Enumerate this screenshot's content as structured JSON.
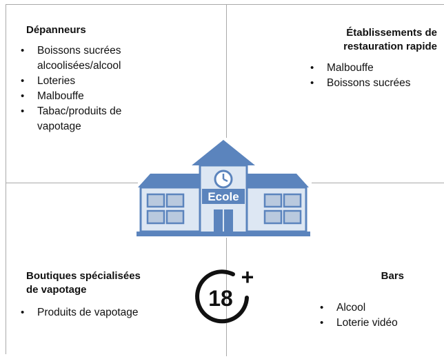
{
  "top_left": {
    "title": "Dépanneurs",
    "items": [
      "Boissons sucrées alcoolisées/alcool",
      "Loteries",
      "Malbouffe",
      "Tabac/produits de vapotage"
    ]
  },
  "top_right": {
    "title_line1": "Établissements de",
    "title_line2": "restauration rapide",
    "items": [
      "Malbouffe",
      "Boissons sucrées"
    ]
  },
  "bottom_left": {
    "title_line1": "Boutiques spécialisées",
    "title_line2": "de vapotage",
    "items": [
      "Produits de vapotage"
    ]
  },
  "bottom_right": {
    "title": "Bars",
    "items": [
      "Alcool",
      "Loterie vidéo"
    ]
  },
  "center": {
    "school_sign": "Ecole",
    "school_icon": "school-building-icon",
    "age_icon": "age-18-plus-icon",
    "age_text": "18",
    "age_plus": "+"
  },
  "colors": {
    "lines": "#a9a9a9",
    "building_blue": "#5b84bd",
    "building_light": "#dde7f3",
    "icon_black": "#111111"
  }
}
